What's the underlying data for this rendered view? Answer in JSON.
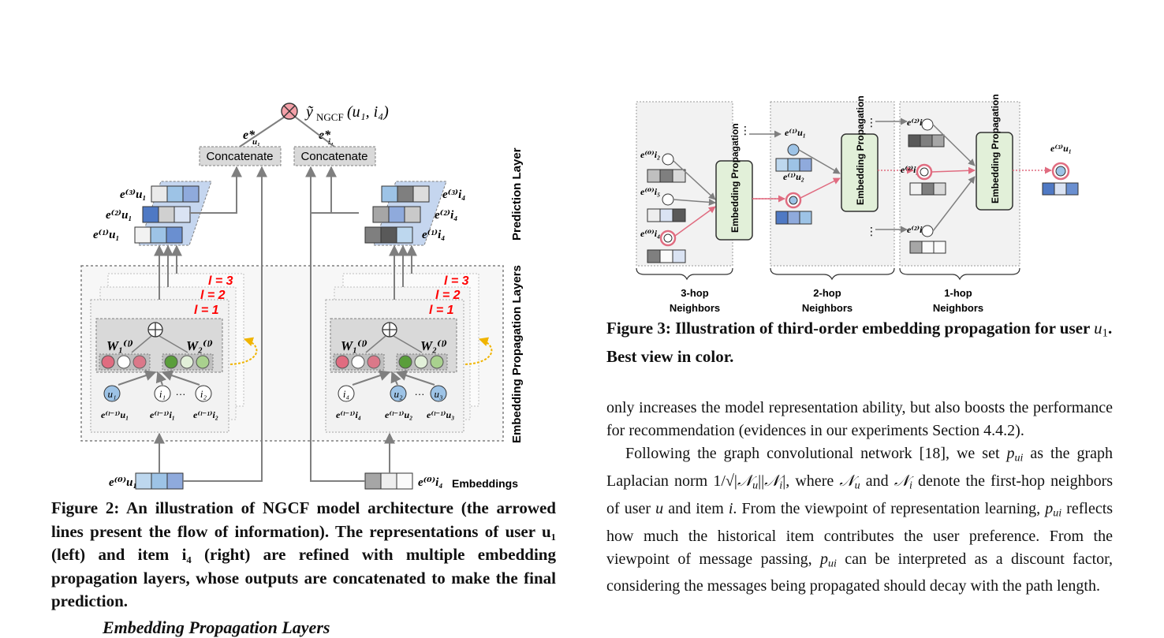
{
  "figure2": {
    "output_label": "ỹ",
    "output_sub": "NGCF",
    "output_args": "(u₁, i₄)",
    "concat_left": "Concatenate",
    "concat_right": "Concatenate",
    "e_star_u": "e*",
    "e_star_u_sub": "u₁",
    "e_star_i": "e*",
    "e_star_i_sub": "i₄",
    "prediction_layer": "Prediction Layer",
    "propagation_layers": "Embedding Propagation Layers",
    "embeddings": "Embeddings",
    "layer_labels": [
      "l = 3",
      "l = 2",
      "l = 1"
    ],
    "w1": "W₁⁽ˡ⁾",
    "w2": "W₂⁽ˡ⁾",
    "left_nodes": [
      "u₁",
      "i₁",
      "i₂"
    ],
    "right_nodes": [
      "i₄",
      "u₂",
      "u₃"
    ],
    "left_node_labels": [
      "e⁽ˡ⁻¹⁾u₁",
      "e⁽ˡ⁻¹⁾i₁",
      "e⁽ˡ⁻¹⁾i₂"
    ],
    "right_node_labels": [
      "e⁽ˡ⁻¹⁾i₄",
      "e⁽ˡ⁻¹⁾u₂",
      "e⁽ˡ⁻¹⁾u₃"
    ],
    "left_stack_labels": [
      "e⁽³⁾u₁",
      "e⁽²⁾u₁",
      "e⁽¹⁾u₁"
    ],
    "right_stack_labels": [
      "e⁽³⁾i₄",
      "e⁽²⁾i₄",
      "e⁽¹⁾i₄"
    ],
    "left_base_label": "e⁽⁰⁾u₁",
    "right_base_label": "e⁽⁰⁾i₄",
    "ellipsis": "···",
    "caption": "Figure 2: An illustration of NGCF model architecture (the arrowed lines present the flow of information). The representations of user u₁ (left) and item i₄ (right) are refined with multiple embedding propagation layers, whose outputs are concatenated to make the final prediction.",
    "next_heading": "Embedding Propagation Layers"
  },
  "figure3": {
    "block_label": "Embedding Propagation",
    "col1_labels": [
      "e⁽⁰⁾i₂",
      "e⁽⁰⁾i₅",
      "e⁽⁰⁾i₄"
    ],
    "col2_labels": [
      "e⁽¹⁾u₁",
      "e⁽¹⁾u₂"
    ],
    "col3_labels": [
      "e⁽²⁾i₁",
      "e⁽²⁾i₂",
      "e⁽²⁾i₃"
    ],
    "output_label": "e⁽³⁾u₁",
    "hop3": "3-hop",
    "hop2": "2-hop",
    "hop1": "1-hop",
    "neighbors": "Neighbors",
    "caption_part1": "Figure 3: Illustration of third-order embedding propagation for user",
    "caption_var": "u",
    "caption_sub": "1",
    "caption_part2": ". Best view in color."
  },
  "body": {
    "p1": "only increases the model representation ability, but also boosts the performance for recommendation (evidences in our experiments Section 4.4.2).",
    "p2_a": "Following the graph convolutional network [18], we set",
    "p2_b": "as the graph Laplacian norm",
    "p2_c": ", where",
    "p2_d": "and",
    "p2_e": "denote the first-hop neighbors of user",
    "p2_f": "and item",
    "p2_g": ". From the viewpoint of representation learning,",
    "p2_h": "reflects how much the historical item contributes the user preference. From the viewpoint of message passing,",
    "p2_i": "can be interpreted as a discount factor, considering the messages being propagated should decay with the path length."
  },
  "colors": {
    "blue_dark": "#4f79c4",
    "blue_mid": "#8faadc",
    "blue_light": "#dae3f3",
    "gray_dark": "#595959",
    "gray_mid": "#a6a6a6",
    "gray_light": "#d9d9d9",
    "pink": "#e06c80",
    "green_dark": "#5a9e3b",
    "green_light": "#c5e0b4",
    "red_label": "#ff0000",
    "prop_block": "#e2f0d9"
  }
}
